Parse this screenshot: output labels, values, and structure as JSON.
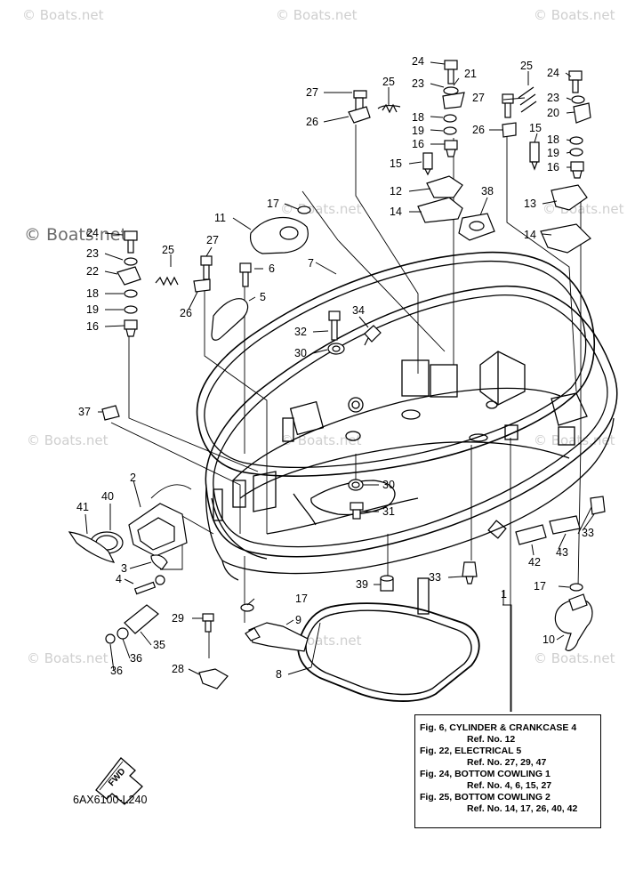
{
  "watermarks": {
    "main": "© Boats.net",
    "faint": "© Boats.net"
  },
  "part_code": "6AX6100-L240",
  "fwd_label": "FWD",
  "reference_box": [
    {
      "fig": "Fig. 6, CYLINDER & CRANKCASE 4",
      "ref": "Ref. No. 12"
    },
    {
      "fig": "Fig. 22, ELECTRICAL 5",
      "ref": "Ref. No. 27, 29, 47"
    },
    {
      "fig": "Fig. 24, BOTTOM COWLING 1",
      "ref": "Ref. No. 4, 6, 15, 27"
    },
    {
      "fig": "Fig. 25, BOTTOM COWLING 2",
      "ref": "Ref. No. 14, 17, 26, 40, 42"
    }
  ],
  "callouts": [
    "24",
    "21",
    "23",
    "25",
    "27",
    "18",
    "26",
    "19",
    "16",
    "15",
    "12",
    "14",
    "38",
    "25",
    "24",
    "23",
    "27",
    "20",
    "15",
    "26",
    "18",
    "19",
    "16",
    "13",
    "14",
    "17",
    "11",
    "24",
    "23",
    "22",
    "25",
    "27",
    "6",
    "18",
    "19",
    "16",
    "7",
    "5",
    "26",
    "34",
    "32",
    "30",
    "37",
    "2",
    "30",
    "40",
    "41",
    "31",
    "3",
    "33",
    "4",
    "42",
    "43",
    "39",
    "33",
    "17",
    "17",
    "29",
    "9",
    "35",
    "36",
    "10",
    "36",
    "28",
    "8",
    "1"
  ]
}
